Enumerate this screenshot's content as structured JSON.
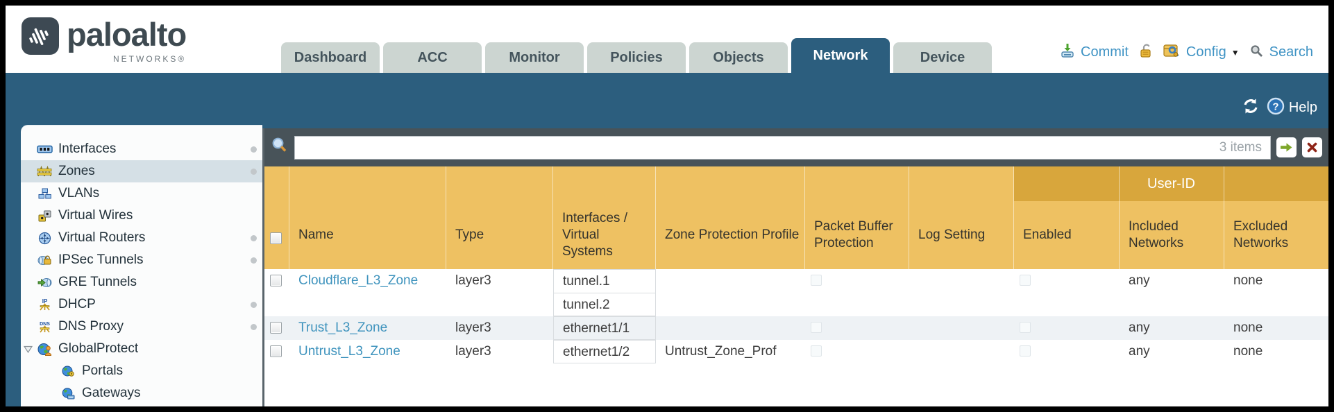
{
  "logo": {
    "brand": "paloalto",
    "sub": "NETWORKS®"
  },
  "header": {
    "tabs": [
      {
        "label": "Dashboard",
        "active": false
      },
      {
        "label": "ACC",
        "active": false
      },
      {
        "label": "Monitor",
        "active": false
      },
      {
        "label": "Policies",
        "active": false
      },
      {
        "label": "Objects",
        "active": false
      },
      {
        "label": "Network",
        "active": true
      },
      {
        "label": "Device",
        "active": false
      }
    ],
    "actions": {
      "commit": "Commit",
      "config": "Config",
      "search": "Search"
    }
  },
  "subheader": {
    "help": "Help"
  },
  "sidebar": {
    "items": [
      {
        "label": "Interfaces",
        "icon": "interfaces-icon",
        "dot": true
      },
      {
        "label": "Zones",
        "icon": "zones-icon",
        "selected": true,
        "dot": true
      },
      {
        "label": "VLANs",
        "icon": "vlans-icon"
      },
      {
        "label": "Virtual Wires",
        "icon": "virtual-wires-icon"
      },
      {
        "label": "Virtual Routers",
        "icon": "virtual-routers-icon",
        "dot": true
      },
      {
        "label": "IPSec Tunnels",
        "icon": "ipsec-tunnels-icon",
        "dot": true
      },
      {
        "label": "GRE Tunnels",
        "icon": "gre-tunnels-icon"
      },
      {
        "label": "DHCP",
        "icon": "dhcp-icon",
        "dot": true
      },
      {
        "label": "DNS Proxy",
        "icon": "dns-proxy-icon",
        "dot": true
      },
      {
        "label": "GlobalProtect",
        "icon": "globalprotect-icon",
        "expander": true
      },
      {
        "label": "Portals",
        "icon": "portals-icon",
        "indent": true
      },
      {
        "label": "Gateways",
        "icon": "gateways-icon",
        "indent": true
      }
    ]
  },
  "toolbar": {
    "items_count": "3 items"
  },
  "table": {
    "group_header": "User-ID",
    "columns": [
      {
        "label": ""
      },
      {
        "label": "Name"
      },
      {
        "label": "Type"
      },
      {
        "label": "Interfaces / Virtual Systems"
      },
      {
        "label": "Zone Protection Profile"
      },
      {
        "label": "Packet Buffer Protection"
      },
      {
        "label": "Log Setting"
      },
      {
        "label": "Enabled"
      },
      {
        "label": "Included Networks"
      },
      {
        "label": "Excluded Networks"
      }
    ],
    "rows": [
      {
        "name": "Cloudflare_L3_Zone",
        "type": "layer3",
        "interfaces": [
          "tunnel.1",
          "tunnel.2"
        ],
        "zone_protection_profile": "",
        "packet_buffer_protection": false,
        "log_setting": "",
        "enabled": false,
        "included_networks": "any",
        "excluded_networks": "none"
      },
      {
        "name": "Trust_L3_Zone",
        "type": "layer3",
        "interfaces": [
          "ethernet1/1"
        ],
        "zone_protection_profile": "",
        "packet_buffer_protection": false,
        "log_setting": "",
        "enabled": false,
        "included_networks": "any",
        "excluded_networks": "none"
      },
      {
        "name": "Untrust_L3_Zone",
        "type": "layer3",
        "interfaces": [
          "ethernet1/2"
        ],
        "zone_protection_profile": "Untrust_Zone_Prof",
        "packet_buffer_protection": false,
        "log_setting": "",
        "enabled": false,
        "included_networks": "any",
        "excluded_networks": "none"
      }
    ]
  },
  "colors": {
    "teal": "#2c5e7e",
    "toolbar_slate": "#485359",
    "header_orange": "#eec162",
    "user_id_gold": "#d8a63c",
    "link_blue": "#3e93bd",
    "action_blue": "#3f93c4",
    "selected_nav": "#d5e0e6",
    "row_stripe": "#eef2f5"
  }
}
